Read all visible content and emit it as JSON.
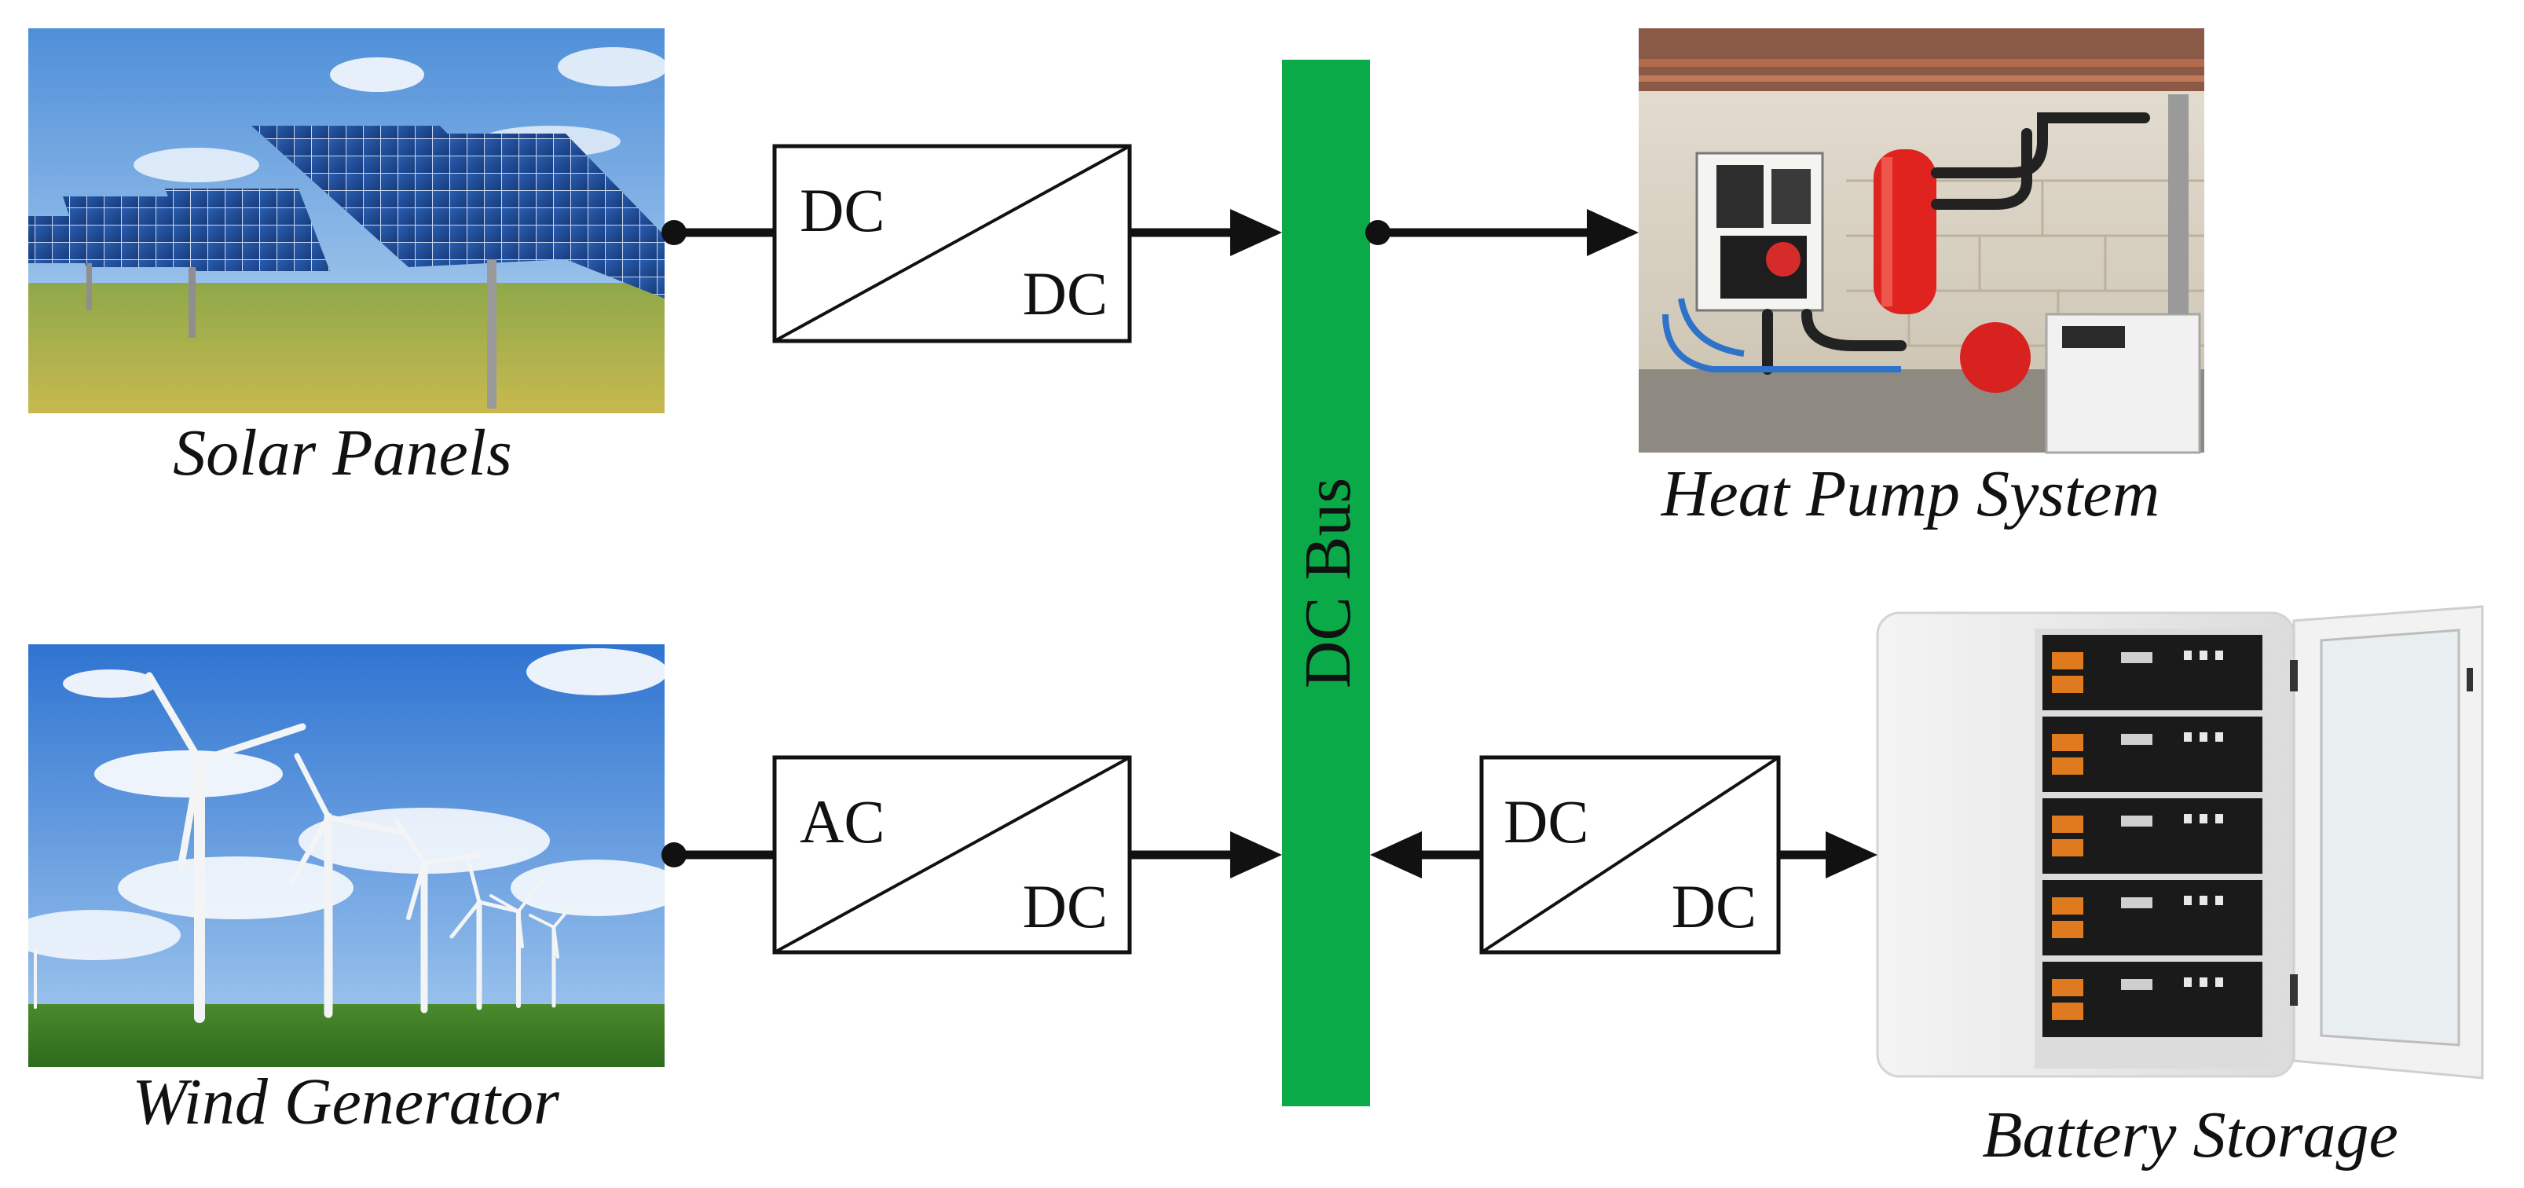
{
  "sources": {
    "solar": {
      "caption": "Solar Panels"
    },
    "wind": {
      "caption": "Wind Generator"
    }
  },
  "loads": {
    "heat_pump": {
      "caption": "Heat Pump System"
    },
    "battery": {
      "caption": "Battery Storage"
    }
  },
  "converters": {
    "solar": {
      "in_label": "DC",
      "out_label": "DC"
    },
    "wind": {
      "in_label": "AC",
      "out_label": "DC"
    },
    "battery": {
      "in_label": "DC",
      "out_label": "DC"
    }
  },
  "bus": {
    "label": "DC Bus",
    "color": "#0aaa48"
  },
  "icons": {
    "solar": "solar-panel-photo-icon",
    "wind": "wind-turbine-photo-icon",
    "heat_pump": "heat-pump-photo-icon",
    "battery": "battery-cabinet-photo-icon"
  }
}
